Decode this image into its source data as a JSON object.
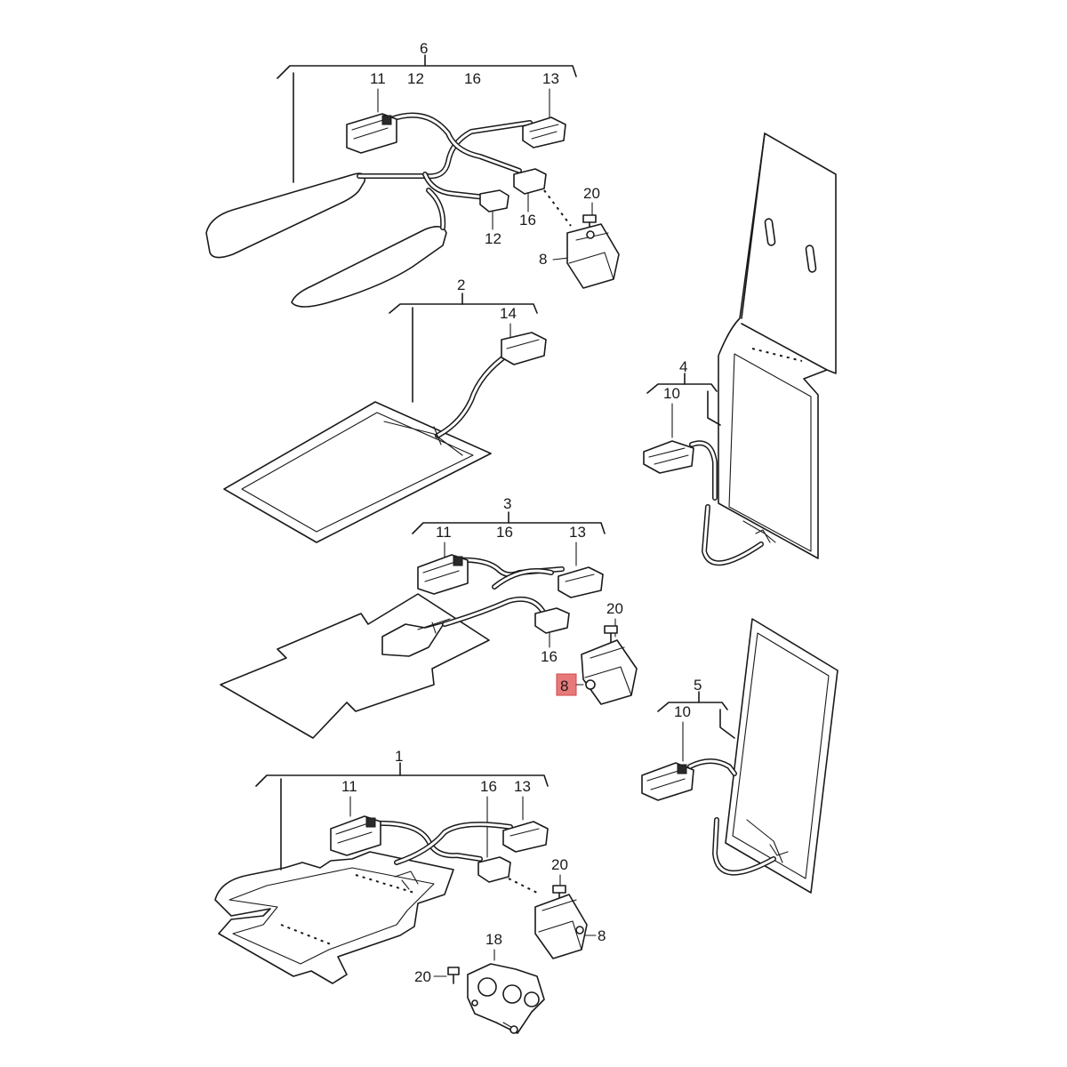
{
  "diagram": {
    "highlight_color": "#e8797a",
    "groups": {
      "g6": {
        "label": "6",
        "parts": {
          "a": "11",
          "b": "12",
          "c": "16",
          "d": "13",
          "e": "16",
          "f": "12",
          "g": "20",
          "h": "8"
        }
      },
      "g2": {
        "label": "2",
        "parts": {
          "a": "14"
        }
      },
      "g4": {
        "label": "4",
        "parts": {
          "a": "10"
        }
      },
      "g3": {
        "label": "3",
        "parts": {
          "a": "11",
          "b": "16",
          "c": "13",
          "d": "20",
          "e": "16",
          "f": "8"
        }
      },
      "g5": {
        "label": "5",
        "parts": {
          "a": "10"
        }
      },
      "g1": {
        "label": "1",
        "parts": {
          "a": "11",
          "b": "16",
          "c": "13",
          "d": "20",
          "e": "8",
          "f": "18",
          "g": "20"
        }
      }
    }
  }
}
